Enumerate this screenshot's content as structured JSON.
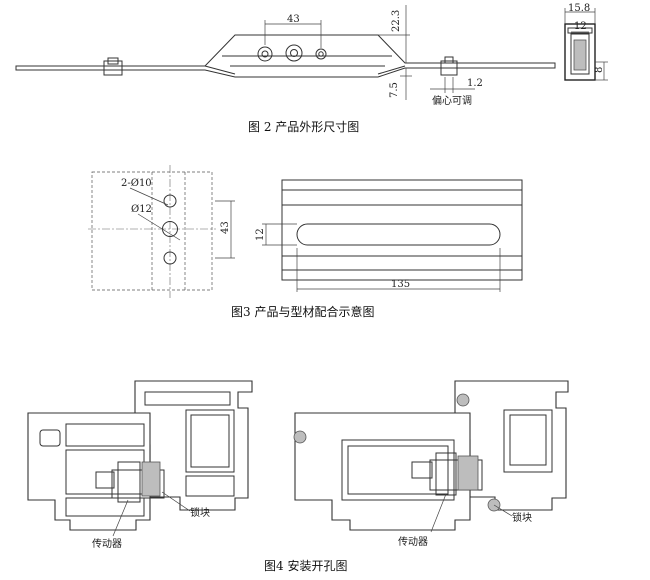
{
  "figure2": {
    "caption": "图 2   产品外形尺寸图",
    "dim_43": "43",
    "dim_22_3": "22.3",
    "dim_7_5": "7.5",
    "dim_1_2": "1.2",
    "label_eccentric": "偏心可调",
    "dim_15_8": "15.8",
    "dim_12": "12",
    "dim_8": "8"
  },
  "figure3": {
    "caption": "图3  产品与型材配合示意图",
    "label_holes_small": "2-Ø10",
    "label_hole_big": "Ø12",
    "dim_43": "43",
    "dim_12": "12",
    "dim_135": "135"
  },
  "figure4": {
    "caption": "图4  安装开孔图",
    "label_lock_block_left": "锁块",
    "label_drive_left": "传动器",
    "label_lock_block_right": "锁块",
    "label_drive_right": "传动器"
  }
}
